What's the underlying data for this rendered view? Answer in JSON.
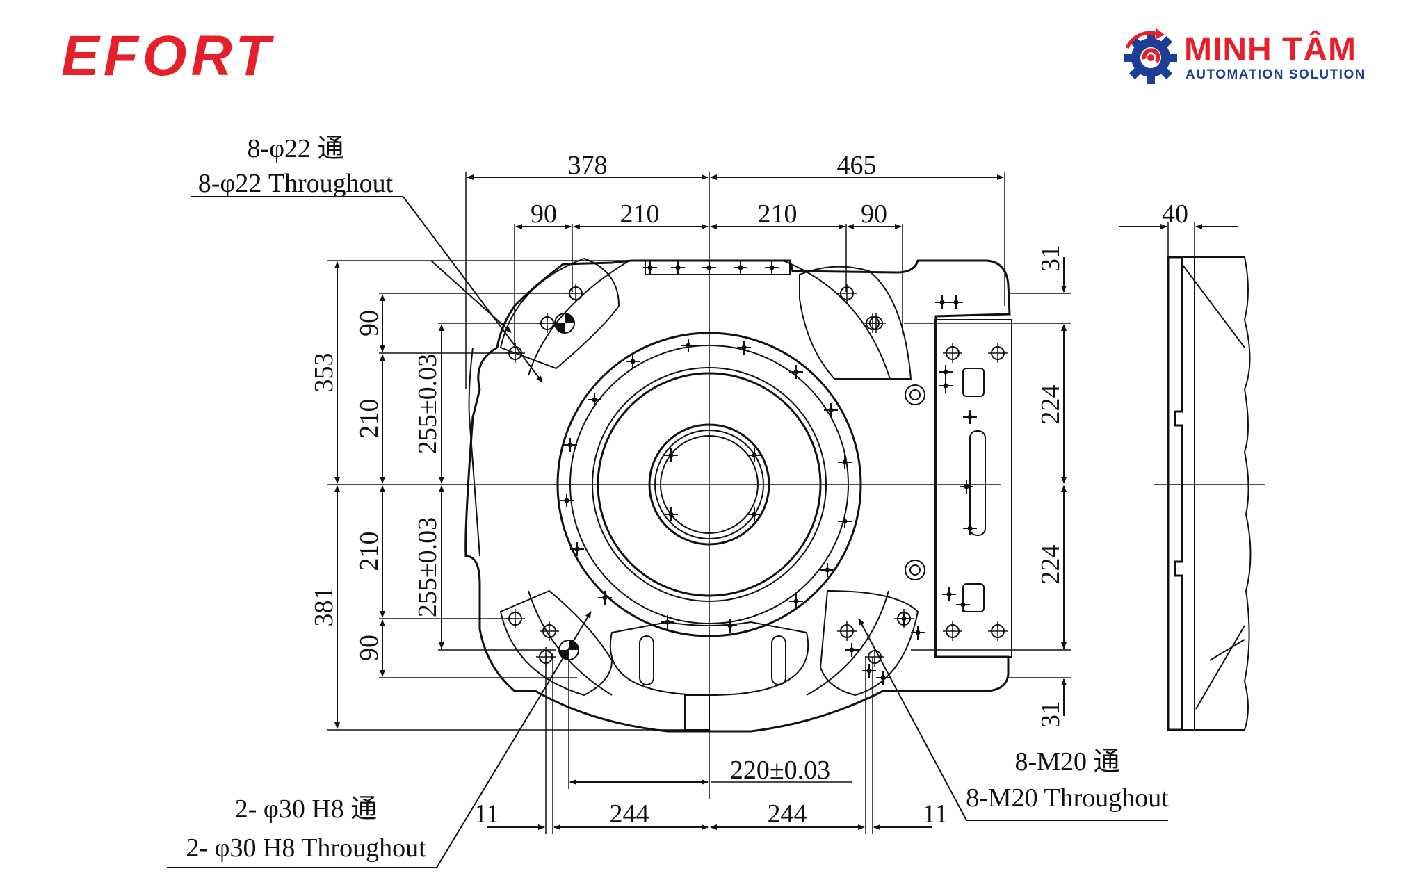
{
  "logos": {
    "left": {
      "text": "EFORT",
      "color": "#e4202a"
    },
    "right": {
      "name": "MINH TÂM",
      "sub": "AUTOMATION SOLUTION",
      "name_color": "#e4202a",
      "sub_color": "#1c3f95",
      "icon": "gear-icon"
    }
  },
  "dimensions": {
    "top_378": "378",
    "top_465": "465",
    "top_90_left": "90",
    "top_210_left": "210",
    "top_210_right": "210",
    "top_90_right": "90",
    "side_40": "40",
    "left_353": "353",
    "left_381": "381",
    "left_210_top": "210",
    "left_210_bottom": "210",
    "left_90_top": "90",
    "left_90_bottom": "90",
    "left_255_top": "255±0.03",
    "left_255_bottom": "255±0.03",
    "right_31_top": "31",
    "right_224_top": "224",
    "right_224_bottom": "224",
    "right_31_bottom": "31",
    "bottom_220": "220±0.03",
    "bottom_11_left": "11",
    "bottom_244_left": "244",
    "bottom_244_right": "244",
    "bottom_11_right": "11"
  },
  "callouts": {
    "holes22_cn": "8-φ22 通",
    "holes22_en": "8-φ22 Throughout",
    "m20_cn": "8-M20 通",
    "m20_en": "8-M20 Throughout",
    "pin30_cn": "2- φ30 H8 通",
    "pin30_en": "2- φ30 H8 Throughout"
  }
}
